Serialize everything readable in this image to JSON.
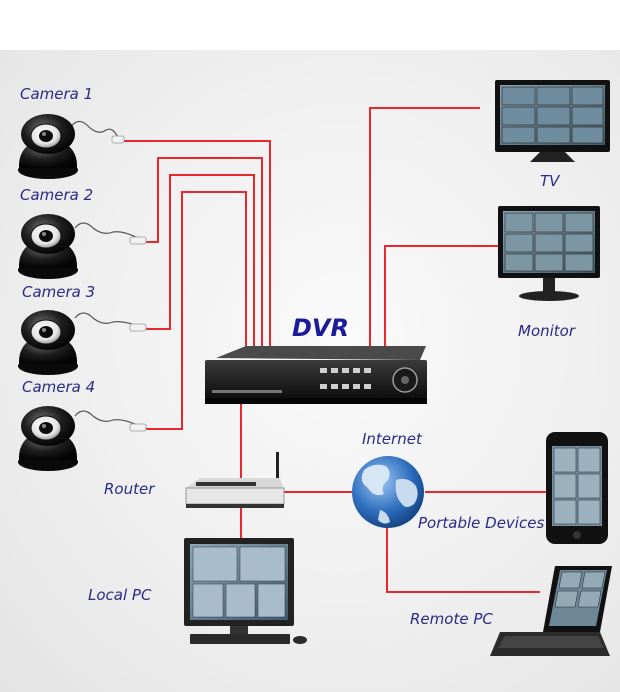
{
  "labels": {
    "camera1": "Camera 1",
    "camera2": "Camera 2",
    "camera3": "Camera 3",
    "camera4": "Camera 4",
    "dvr": "DVR",
    "tv": "TV",
    "monitor": "Monitor",
    "internet": "Internet",
    "router": "Router",
    "portable": "Portable Devices",
    "local_pc": "Local PC",
    "remote_pc": "Remote PC"
  },
  "colors": {
    "wire": "#e8282e",
    "label_text": "#2a2a8a",
    "dvr_text": "#1c1c9a",
    "device_dark": "#1a1a1a"
  },
  "icons": [
    "dome-camera-icon",
    "dvr-icon",
    "tv-icon",
    "monitor-icon",
    "globe-icon",
    "router-icon",
    "smartphone-icon",
    "desktop-pc-icon",
    "laptop-icon"
  ]
}
